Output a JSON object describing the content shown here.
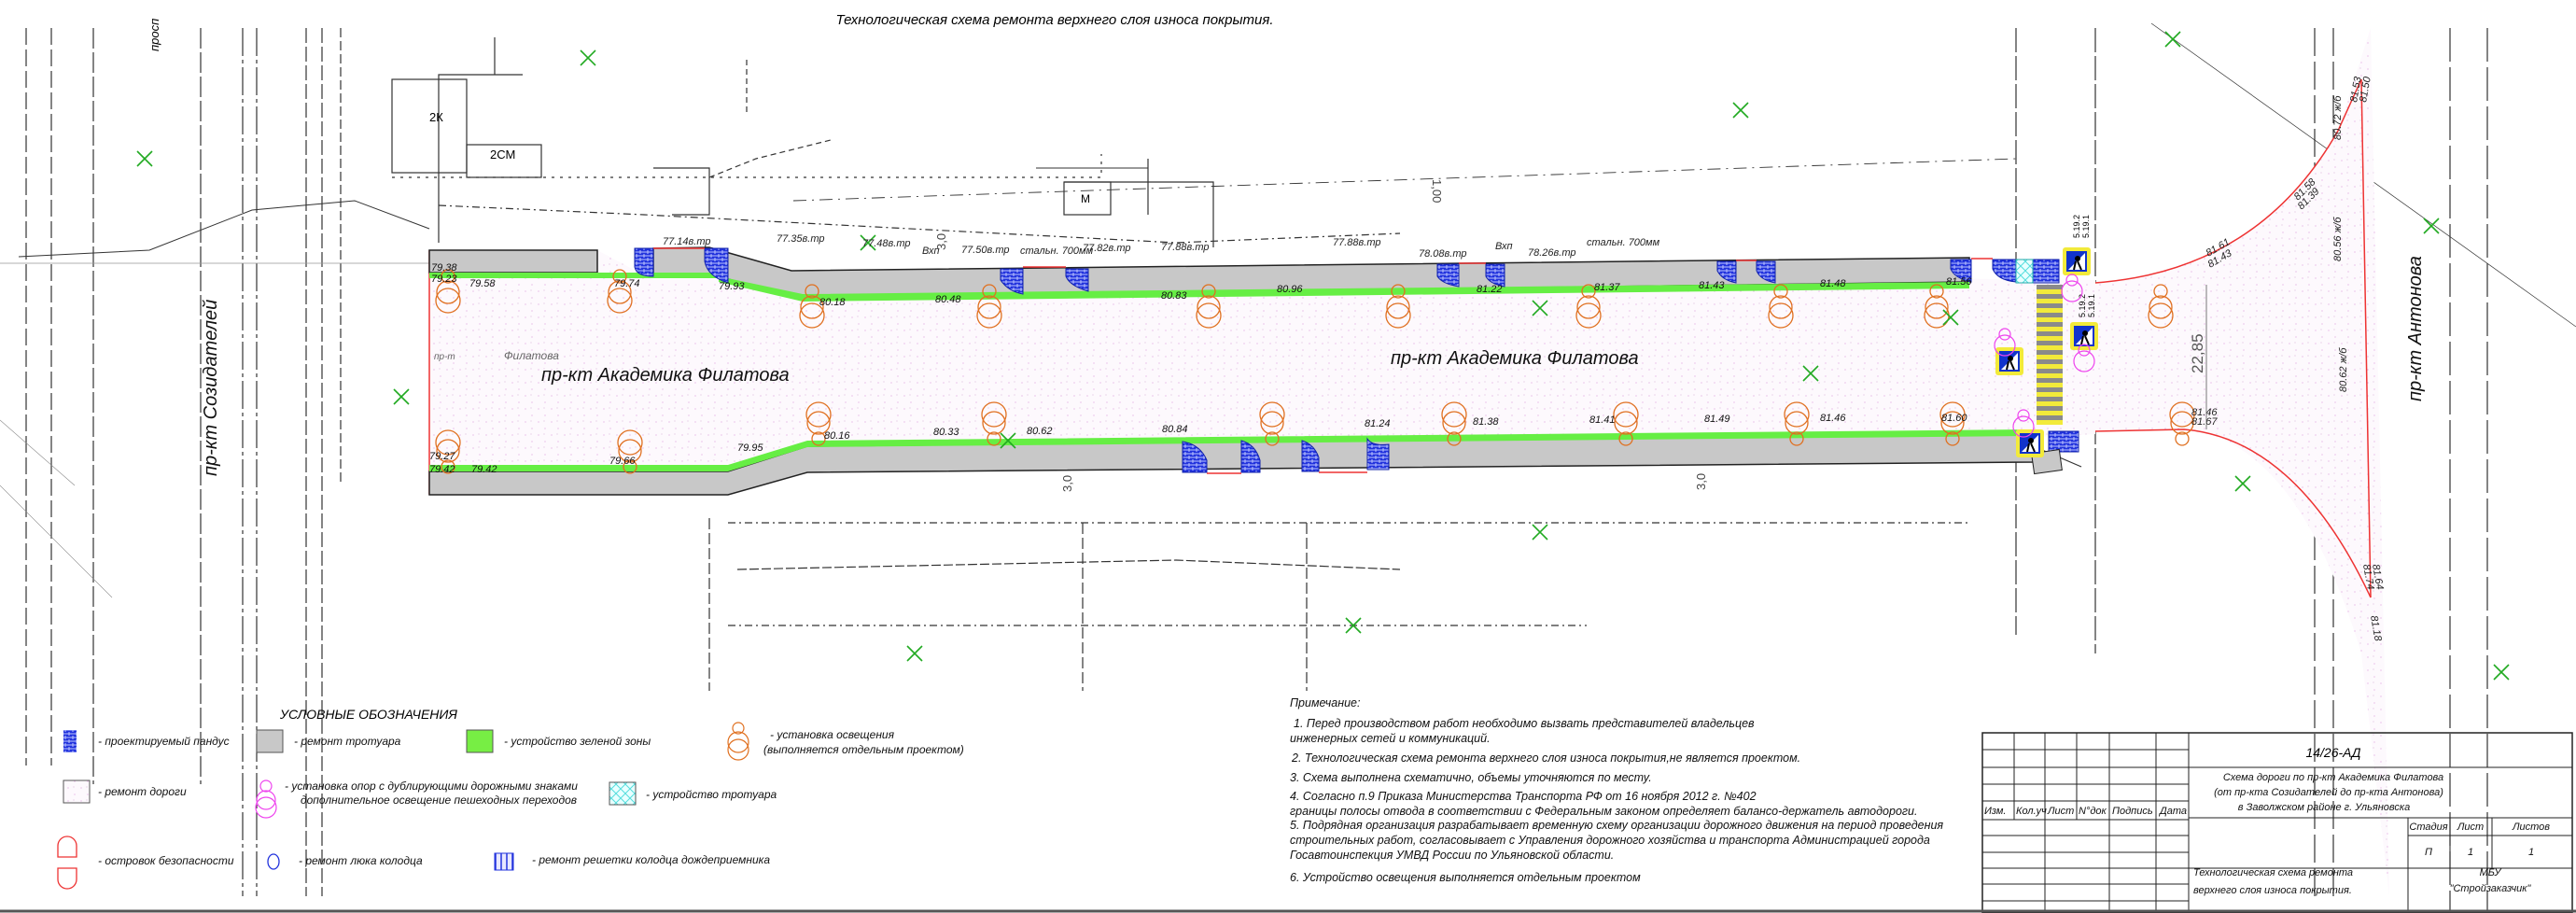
{
  "title": "Технологическая схема ремонта верхнего слоя износа покрытия.",
  "streets": {
    "main_left": "пр-кт Академика Филатова",
    "main_right": "пр-кт Академика Филатова",
    "sozidateley": "пр-кт Созидателей",
    "antonova": "пр-кт Антонова",
    "prosp": "просп",
    "handwritten": "Филатова",
    "pr": "пр-т"
  },
  "buildings": [
    "2К",
    "2СМ",
    "М"
  ],
  "dimensions": {
    "width": "22,85",
    "d1": "3,0",
    "d2": "3,0",
    "d3": "1,00",
    "d4": "3,0"
  },
  "signs": [
    "5.19.2",
    "5.19.1",
    "5.19.2",
    "5.19.1"
  ],
  "elevations_top": [
    "79.38",
    "79.23",
    "79.58",
    "79.74",
    "79.93",
    "80.18",
    "80.48",
    "80.83",
    "80.96",
    "81.22",
    "81.37",
    "81.43",
    "81.48",
    "81.56"
  ],
  "elevations_bottom": [
    "79.27",
    "79.42",
    "79.42",
    "79.66",
    "79.95",
    "80.16",
    "80.33",
    "80.62",
    "80.84",
    "81.24",
    "81.38",
    "81.41",
    "81.49",
    "81.46",
    "81.60"
  ],
  "utility_labels": [
    "77.14в.тр",
    "77.35в.тр",
    "77.48в.тр",
    "Вхп",
    "77.50в.тр",
    "стальн. 700мм",
    "77.82в.тр",
    "77.88в.тр",
    "77.88в.тр",
    "78.08в.тр",
    "Вхп",
    "78.26в.тр",
    "стальн. 700мм"
  ],
  "intersection_labels": [
    "81.61",
    "81.43",
    "81.58",
    "81.39",
    "81.53",
    "81.50",
    "81.46",
    "81.67",
    "81.74",
    "81.64",
    "81.18",
    "80.72 ж/б",
    "80.56 ж/б",
    "80.62 ж/б"
  ],
  "legend": {
    "title": "УСЛОВНЫЕ ОБОЗНАЧЕНИЯ",
    "items": [
      {
        "label": "- проектируемый пандус"
      },
      {
        "label": "- ремонт тротуара"
      },
      {
        "label": "- устройство зеленой зоны"
      },
      {
        "label": "- установка освещения",
        "label2": "(выполняется отдельным проектом)"
      },
      {
        "label": "- ремонт дороги"
      },
      {
        "label": "- установка опор с дублирующими дорожными знаками",
        "label2": "дополнительное освещение  пешеходных переходов"
      },
      {
        "label": "- устройство тротуара"
      },
      {
        "label": "- островок безопасности"
      },
      {
        "label": "- ремонт люка колодца"
      },
      {
        "label": "- ремонт решетки колодца дождеприемника"
      }
    ]
  },
  "notes": {
    "heading": "Примечание:",
    "lines": [
      "1. Перед производством работ необходимо вызвать представителей владельцев",
      "инженерных сетей и коммуникаций.",
      "2. Технологическая схема ремонта верхнего слоя износа покрытия,не является проектом.",
      "3. Схема выполнена схематично, объемы уточняются по месту.",
      "4. Согласно п.9 Приказа Министерства Транспорта РФ от 16 ноября 2012 г. №402",
      "границы полосы отвода в соответствии с Федеральным законом определяет балансо-держатель автодороги.",
      "5. Подрядная организация разрабатывает временную схему организации дорожного движения на период проведения",
      "строительных работ, согласовывает с Управления дорожного хозяйства и транспорта Администрацией города",
      "Госавтоинспекция УМВД России по Ульяновской области.",
      "6. Устройство освещения выполняется отдельным проектом"
    ]
  },
  "title_block": {
    "code": "14/26-АД",
    "desc": [
      "Схема дороги по пр-кт Академика Филатова",
      "(от пр-кта Созидателей до пр-кта Антонова)",
      "в Заволжском районе  г. Ульяновска"
    ],
    "headers": [
      "Изм.",
      "Кол.уч",
      "Лист",
      "N°док",
      "Подпись",
      "Дата"
    ],
    "stage_headers": [
      "Стадия",
      "Лист",
      "Листов"
    ],
    "stage_values": [
      "П",
      "1",
      "1"
    ],
    "sheet_title": [
      "Технологическая схема ремонта",
      "верхнего слоя износа покрытия."
    ],
    "org": [
      "МБУ",
      "\"Стройзаказчик\""
    ]
  },
  "colors": {
    "sidewalk": "#c8c8c8",
    "green": "#66ee44",
    "ramp": "#2233dd",
    "light": "#e07020",
    "support": "#ee44ee",
    "island": "#ee3333",
    "tree": "#22aa22",
    "crosswalk": "#f2ea3a"
  }
}
